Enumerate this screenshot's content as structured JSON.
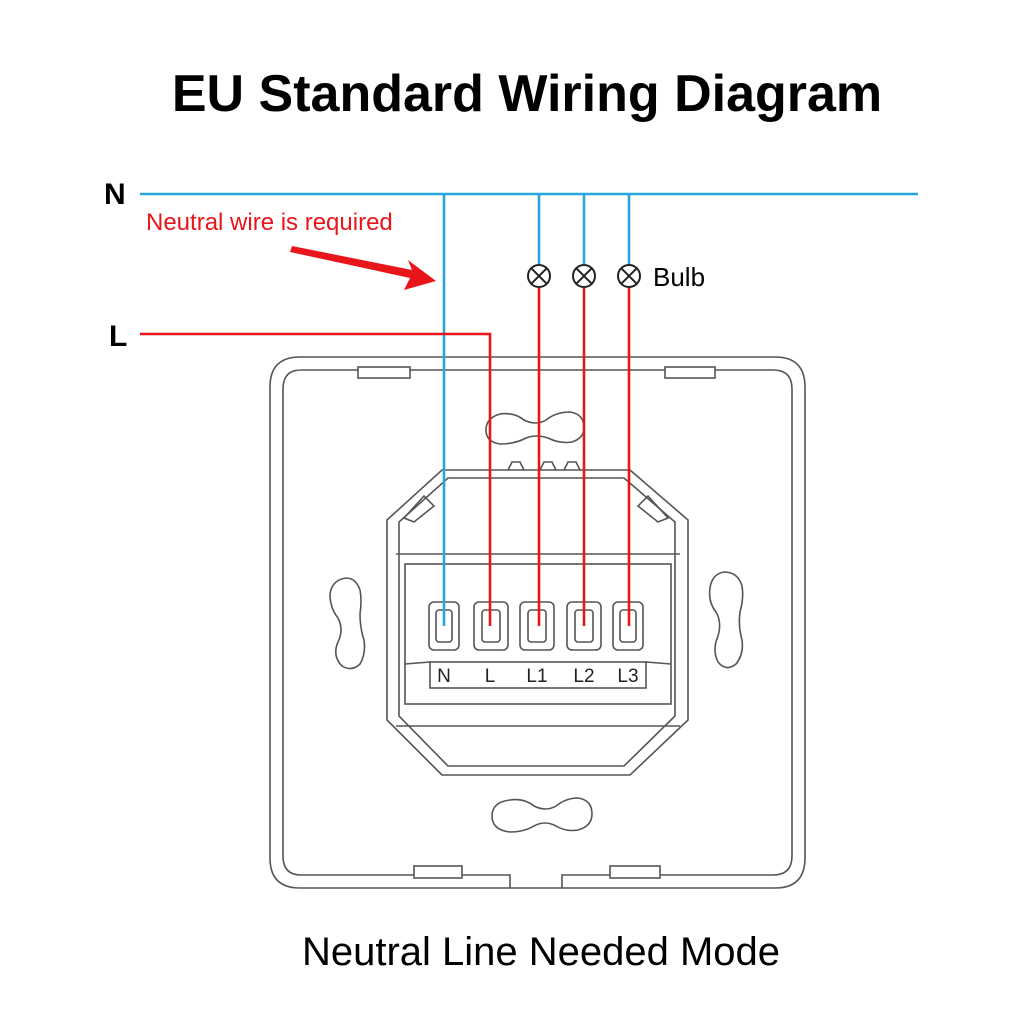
{
  "title": "EU Standard Wiring Diagram",
  "subtitle": "Neutral Line Needed Mode",
  "lines": {
    "neutral": "N",
    "live": "L"
  },
  "note": "Neutral wire is required",
  "bulb_label": "Bulb",
  "terminals": [
    "N",
    "L",
    "L1",
    "L2",
    "L3"
  ],
  "colors": {
    "neutral_wire": "#2aa4dc",
    "live_wire": "#e8161b",
    "note_text": "#e8161b",
    "outline": "#555555"
  },
  "icons": {
    "bulb": "bulb-icon",
    "arrow": "arrow-icon"
  }
}
